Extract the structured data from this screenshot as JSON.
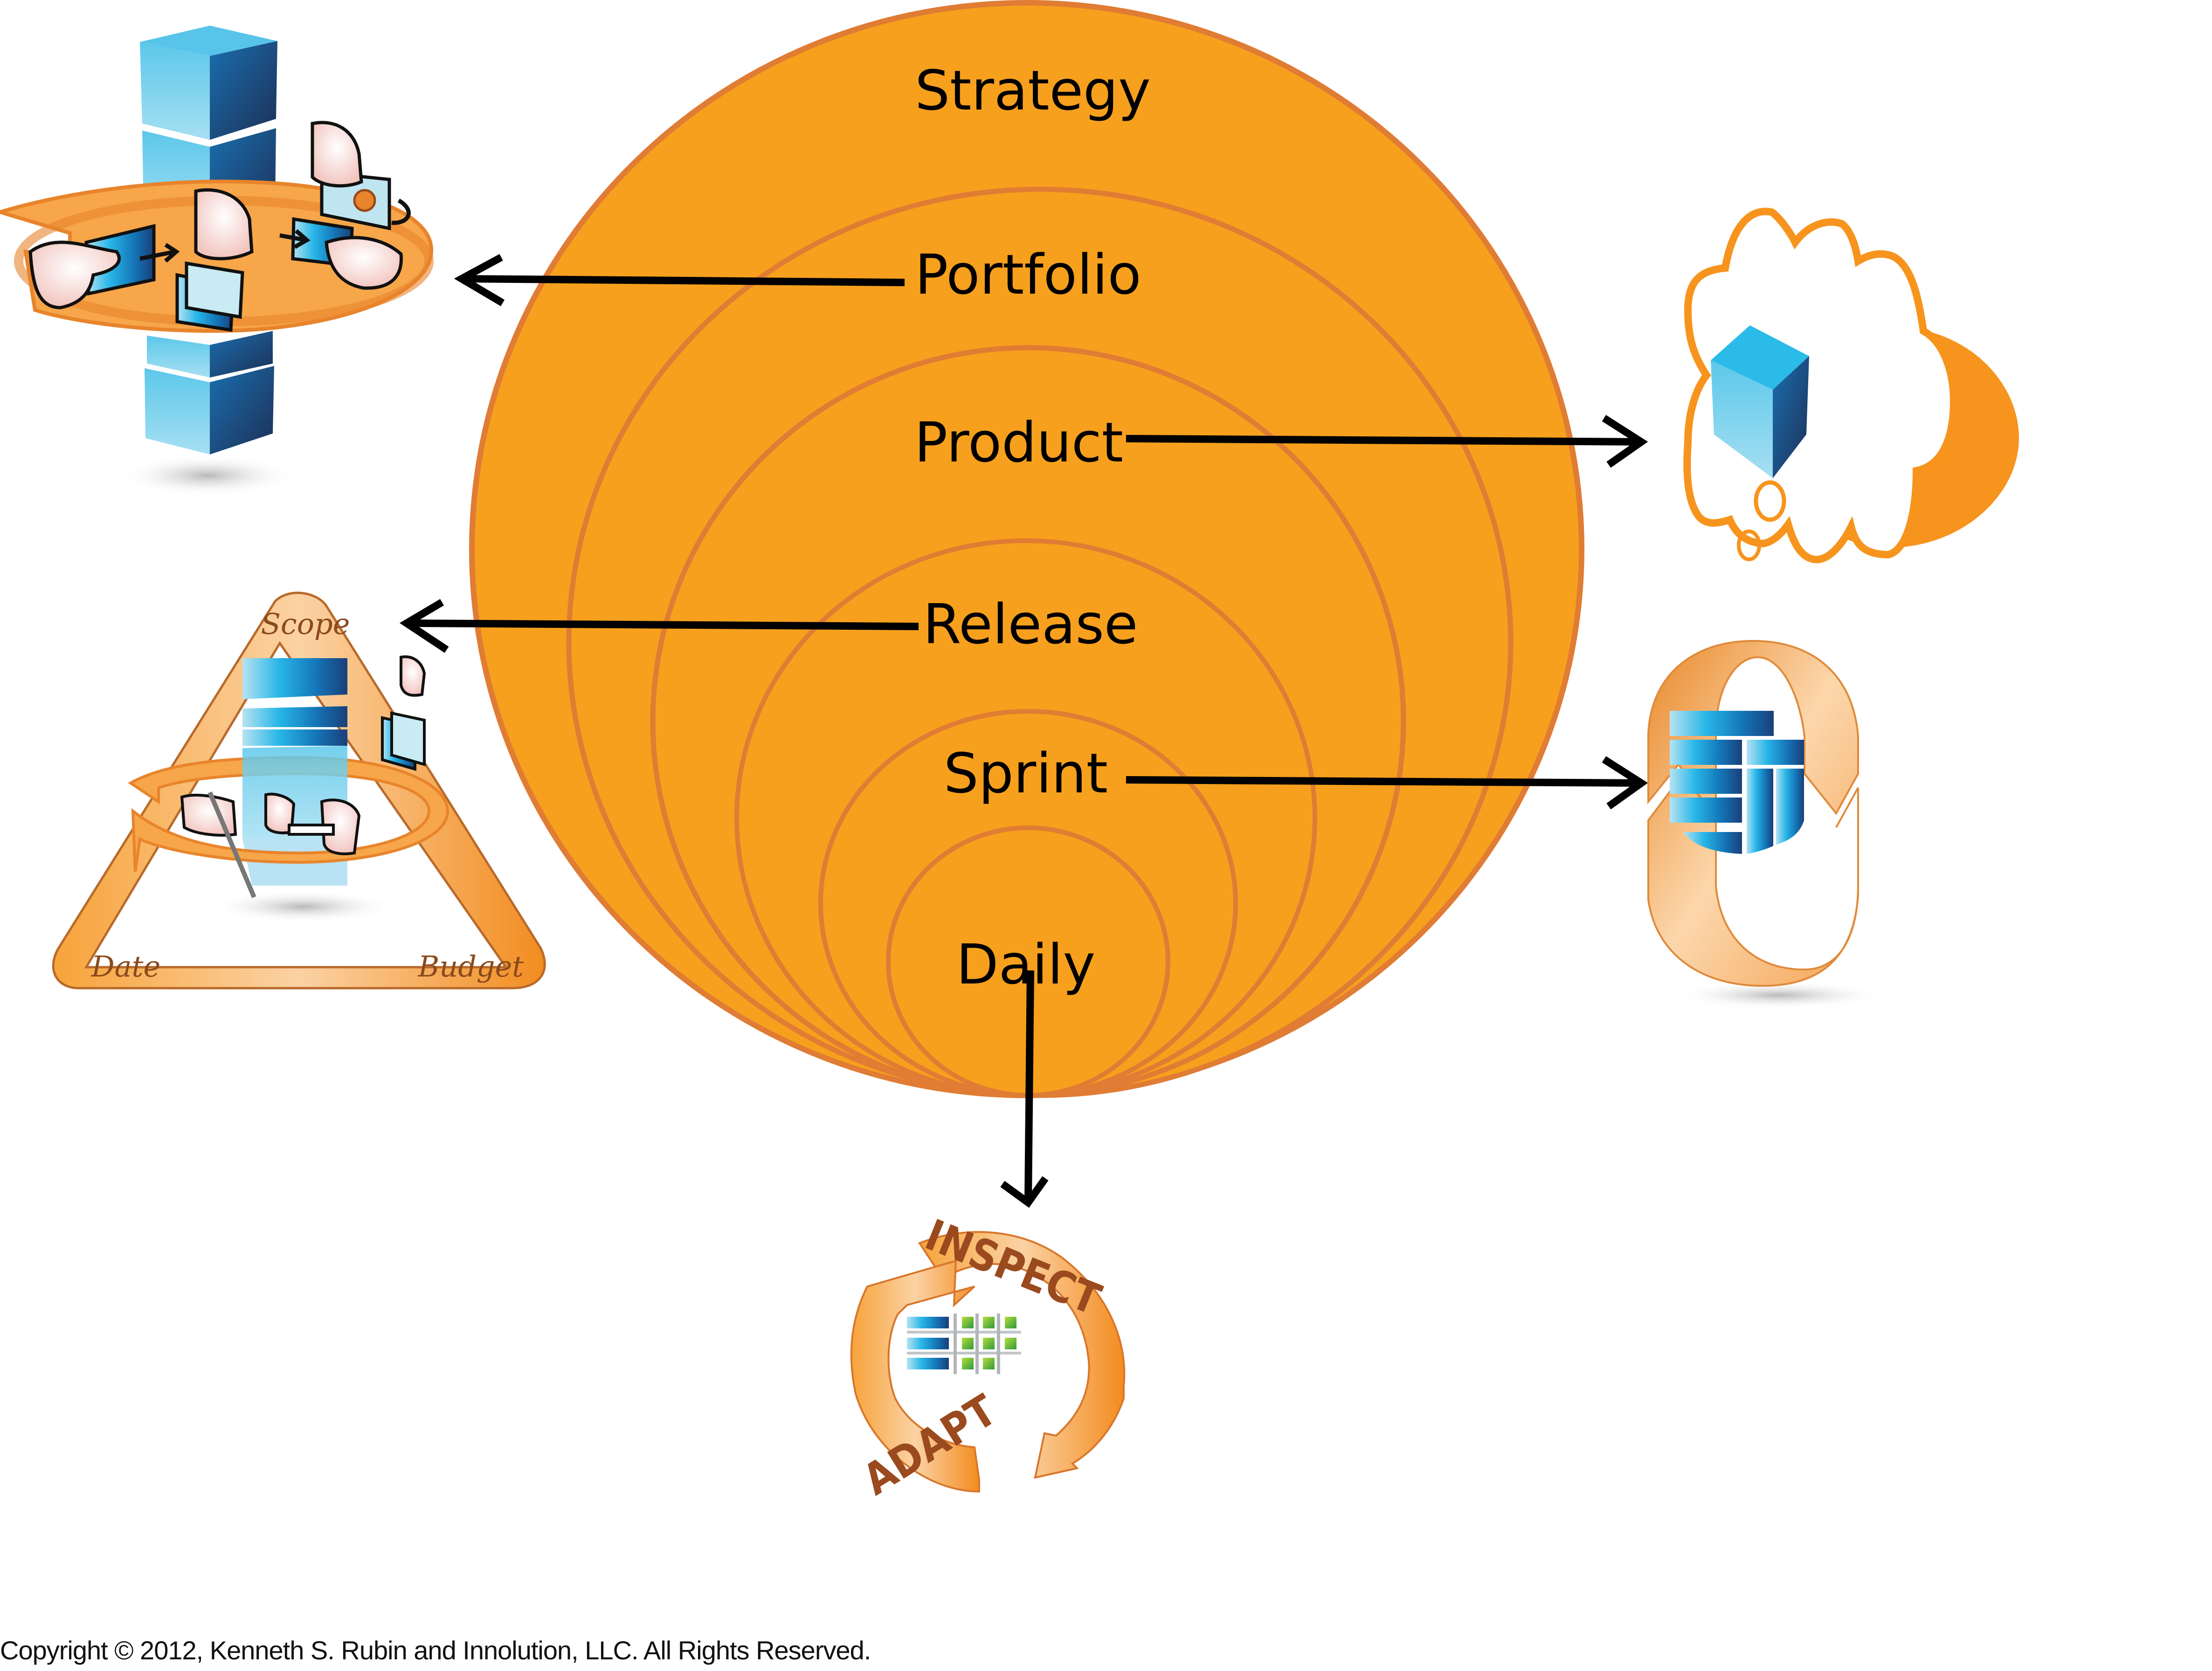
{
  "diagram": {
    "title": "Scrum planning levels (planning onion)",
    "levels": [
      {
        "label": "Strategy"
      },
      {
        "label": "Portfolio",
        "arrow_direction": "left",
        "target": "portfolio-icon"
      },
      {
        "label": "Product",
        "arrow_direction": "right",
        "target": "product-vision-icon"
      },
      {
        "label": "Release",
        "arrow_direction": "left",
        "target": "release-triangle-icon"
      },
      {
        "label": "Sprint",
        "arrow_direction": "right",
        "target": "sprint-cycle-icon"
      },
      {
        "label": "Daily",
        "arrow_direction": "down",
        "target": "inspect-adapt-icon"
      }
    ],
    "release_triangle": {
      "top": "Scope",
      "bottom_left": "Date",
      "bottom_right": "Budget"
    },
    "inspect_adapt": {
      "top": "INSPECT",
      "bottom": "ADAPT"
    },
    "colors": {
      "onion_fill": "#f6a01d",
      "onion_stroke": "#e07c33",
      "arrow": "#000000",
      "cube_blue": "#1f8fd1",
      "cube_dark": "#1a3f6e",
      "green_cube": "#5ab83a",
      "icon_orange": "#f7941d"
    }
  },
  "footer": {
    "copyright": "Copyright © 2012, Kenneth S. Rubin and Innolution, LLC. All Rights Reserved."
  }
}
